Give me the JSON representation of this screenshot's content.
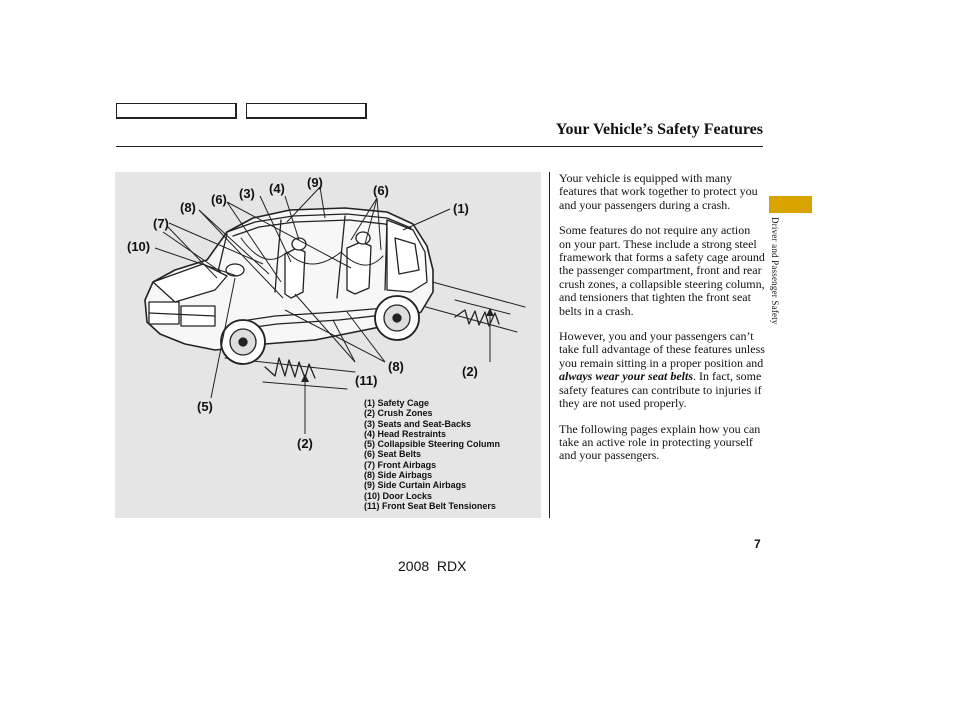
{
  "header": {
    "title": "Your Vehicle’s Safety Features"
  },
  "figure": {
    "callouts": {
      "c1": "(1)",
      "c2a": "(2)",
      "c2b": "(2)",
      "c3": "(3)",
      "c4": "(4)",
      "c5": "(5)",
      "c6a": "(6)",
      "c6b": "(6)",
      "c7": "(7)",
      "c8a": "(8)",
      "c8b": "(8)",
      "c9": "(9)",
      "c10": "(10)",
      "c11": "(11)"
    },
    "legend": [
      "(1) Safety Cage",
      "(2) Crush Zones",
      "(3) Seats and Seat-Backs",
      "(4) Head Restraints",
      "(5) Collapsible Steering Column",
      "(6) Seat Belts",
      "(7) Front Airbags",
      "(8) Side Airbags",
      "(9) Side Curtain Airbags",
      "(10) Door Locks",
      "(11) Front Seat Belt Tensioners"
    ]
  },
  "body": {
    "p1": "Your vehicle is equipped with many features that work together to protect you and your passengers during a crash.",
    "p2": "Some features do not require any action on your part. These include a strong steel framework that forms a safety cage around the passenger compartment, front and rear crush zones, a collapsible steering column, and tensioners that tighten the front seat belts in a crash.",
    "p3_start": "However, you and your passengers can’t take full advantage of these features unless you remain sitting in a proper position and ",
    "p3_emph": "always wear your seat belts",
    "p3_end": ". In fact, some safety features can contribute to injuries if they are not used properly.",
    "p4": "The following pages explain how you can take an active role in protecting yourself and your passengers."
  },
  "sidebar": {
    "section_label": "Driver and Passenger Safety",
    "tab_color": "#d9a300"
  },
  "footer": {
    "page_number": "7",
    "model": "2008  RDX"
  }
}
